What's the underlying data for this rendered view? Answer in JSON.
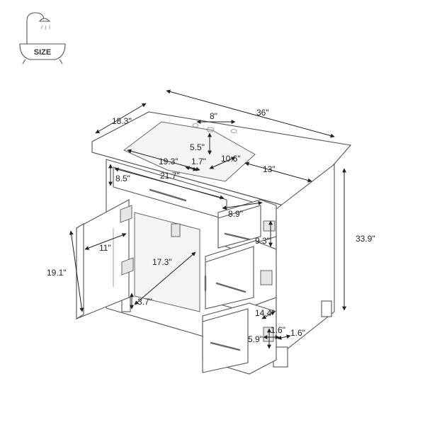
{
  "badge": {
    "label": "SIZE",
    "icon": "bathtub-shower-icon"
  },
  "dimensions": {
    "width": "36\"",
    "depth": "18.3\"",
    "faucet_spread": "8\"",
    "faucet_to_basin": "5.5\"",
    "basin_width": "19.3\"",
    "faucet_offset": "1.7\"",
    "basin_depth": "10.6\"",
    "basin_to_right": "13\"",
    "top_drawer_height": "8.5\"",
    "top_drawer_width": "21.7\"",
    "small_drawer_width": "8.9\"",
    "small_drawer_height": "9.3\"",
    "overall_height": "33.9\"",
    "door_width": "11\"",
    "door_height": "19.1\"",
    "cabinet_opening": "17.3\"",
    "toe_kick": "3.7\"",
    "drawer_depth": "14.4\"",
    "bottom_drawer_height": "5.9\"",
    "leg_width": "1.6\"",
    "leg_depth": "1.6\""
  },
  "colors": {
    "line": "#555555",
    "text": "#222222",
    "background": "#ffffff"
  }
}
